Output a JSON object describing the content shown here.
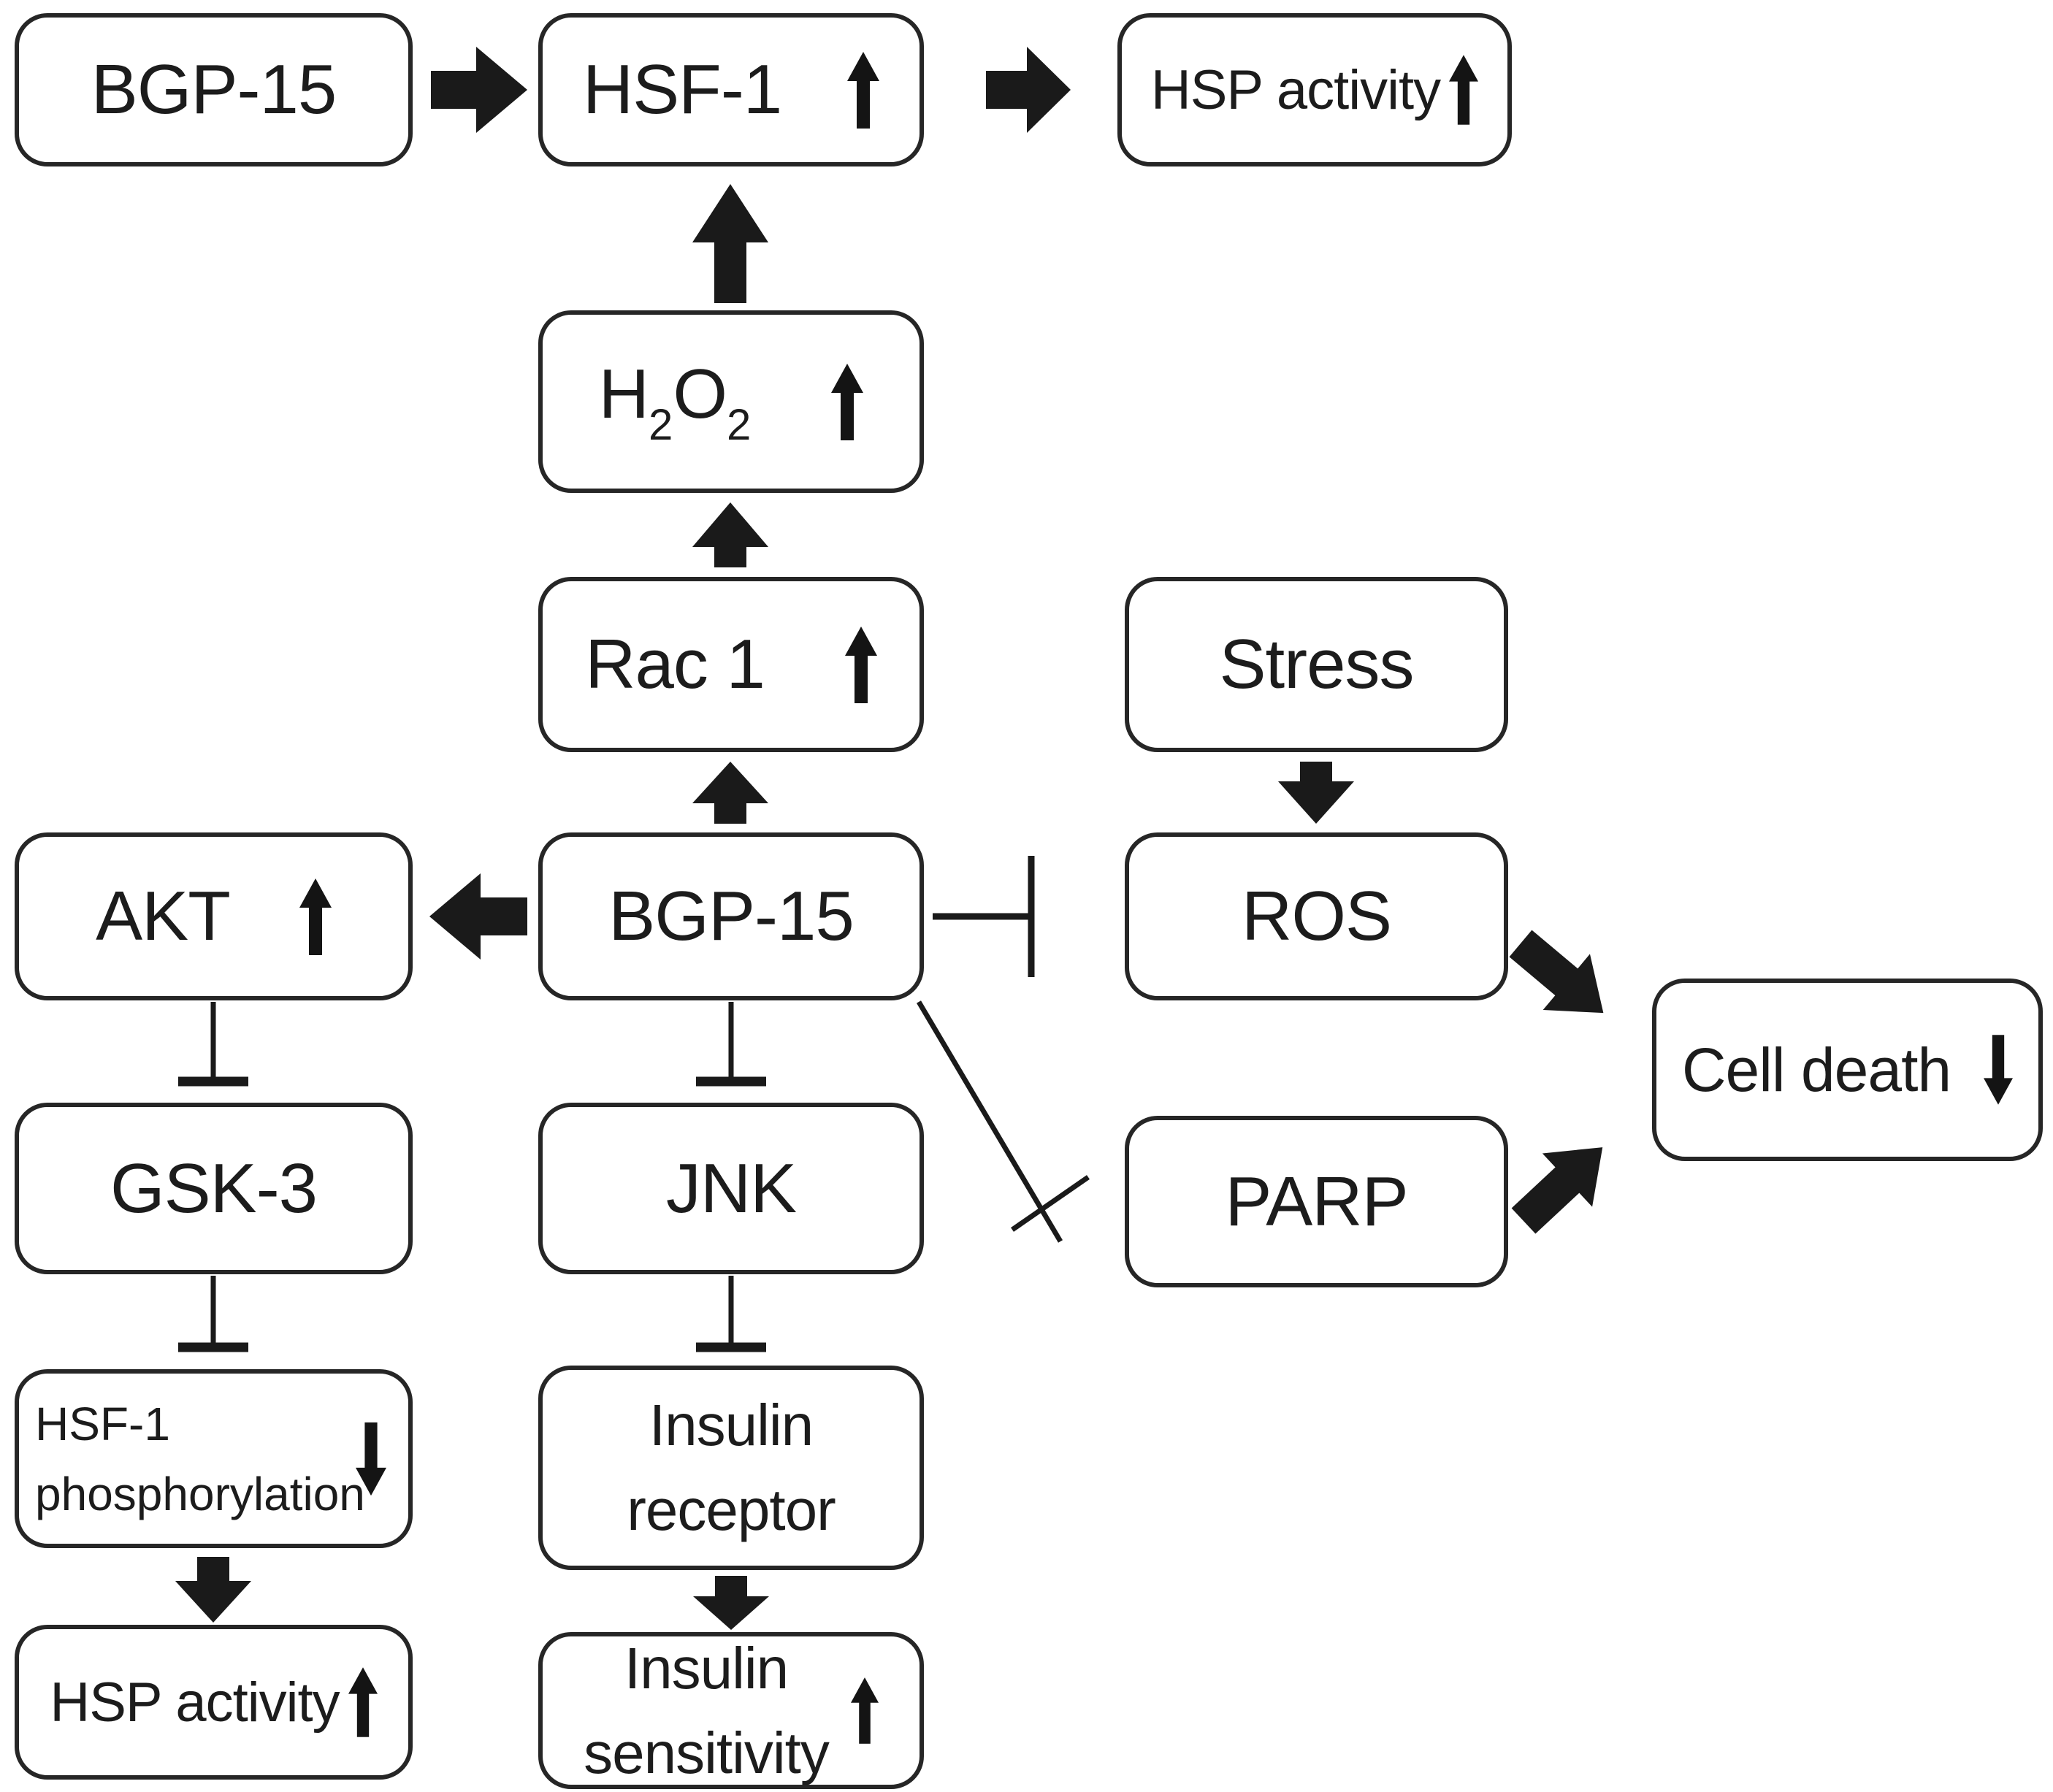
{
  "figure": {
    "title": "BGP-15 signaling pathway diagram",
    "background_color": "#ffffff",
    "ink_color": "#1a1a1a",
    "box_fill": "#ffffff",
    "box_border_color": "#262626"
  },
  "nodes": {
    "bgp15_top": {
      "label": "BGP-15",
      "trend": null
    },
    "hsf1": {
      "label": "HSF-1",
      "trend": "up"
    },
    "hsp_activity_top": {
      "label": "HSP activity",
      "trend": "up"
    },
    "h2o2": {
      "parts": {
        "e1": "H",
        "s1": "2",
        "e2": "O",
        "s2": "2"
      },
      "trend": "up"
    },
    "rac1": {
      "label": "Rac 1",
      "trend": "up"
    },
    "stress": {
      "label": "Stress",
      "trend": null
    },
    "akt": {
      "label": "AKT",
      "trend": "up"
    },
    "bgp15_mid": {
      "label": "BGP-15",
      "trend": null
    },
    "ros": {
      "label": "ROS",
      "trend": null
    },
    "cell_death": {
      "label": "Cell death",
      "trend": "down"
    },
    "gsk3": {
      "label": "GSK-3",
      "trend": null
    },
    "jnk": {
      "label": "JNK",
      "trend": null
    },
    "parp": {
      "label": "PARP",
      "trend": null
    },
    "hsf1_phosphorylation": {
      "line1": "HSF-1",
      "line2": "phosphorylation",
      "trend": "down"
    },
    "hsp_activity_bottom": {
      "label": "HSP activity",
      "trend": "up"
    },
    "insulin_receptor": {
      "line1": "Insulin",
      "line2": "receptor",
      "trend": null
    },
    "insulin_sensitivity": {
      "line1": "Insulin",
      "line2": "sensitivity",
      "trend": "up"
    }
  },
  "edges": [
    {
      "from": "BGP-15 (top)",
      "to": "HSF-1",
      "type": "activation",
      "style": "block-arrow-right"
    },
    {
      "from": "HSF-1",
      "to": "HSP activity (top)",
      "type": "activation",
      "style": "block-arrow-right"
    },
    {
      "from": "H2O2",
      "to": "HSF-1",
      "type": "activation",
      "style": "thick-arrow-up"
    },
    {
      "from": "Rac 1",
      "to": "H2O2",
      "type": "activation",
      "style": "thick-arrow-up"
    },
    {
      "from": "BGP-15 (mid)",
      "to": "Rac 1",
      "type": "activation",
      "style": "thick-arrow-up"
    },
    {
      "from": "Stress",
      "to": "ROS",
      "type": "activation",
      "style": "thick-arrow-down"
    },
    {
      "from": "BGP-15 (mid)",
      "to": "AKT",
      "type": "activation",
      "style": "block-arrow-left"
    },
    {
      "from": "BGP-15 (mid)",
      "to": "ROS",
      "type": "inhibition",
      "style": "t-bar-horizontal"
    },
    {
      "from": "BGP-15 (mid)",
      "to": "JNK",
      "type": "inhibition",
      "style": "t-bar-vertical"
    },
    {
      "from": "BGP-15 (mid)",
      "to": "PARP",
      "type": "inhibition",
      "style": "t-bar-diagonal"
    },
    {
      "from": "AKT",
      "to": "GSK-3",
      "type": "inhibition",
      "style": "t-bar-vertical"
    },
    {
      "from": "GSK-3",
      "to": "HSF-1 phosphorylation",
      "type": "inhibition",
      "style": "t-bar-vertical"
    },
    {
      "from": "HSF-1 phosphorylation",
      "to": "HSP activity (bottom)",
      "type": "activation",
      "style": "thick-arrow-down"
    },
    {
      "from": "JNK",
      "to": "Insulin receptor",
      "type": "inhibition",
      "style": "t-bar-vertical"
    },
    {
      "from": "Insulin receptor",
      "to": "Insulin sensitivity",
      "type": "activation",
      "style": "thick-arrow-down"
    },
    {
      "from": "ROS",
      "to": "Cell death",
      "type": "activation",
      "style": "thick-arrow-diagonal"
    },
    {
      "from": "PARP",
      "to": "Cell death",
      "type": "activation",
      "style": "thick-arrow-diagonal"
    }
  ]
}
